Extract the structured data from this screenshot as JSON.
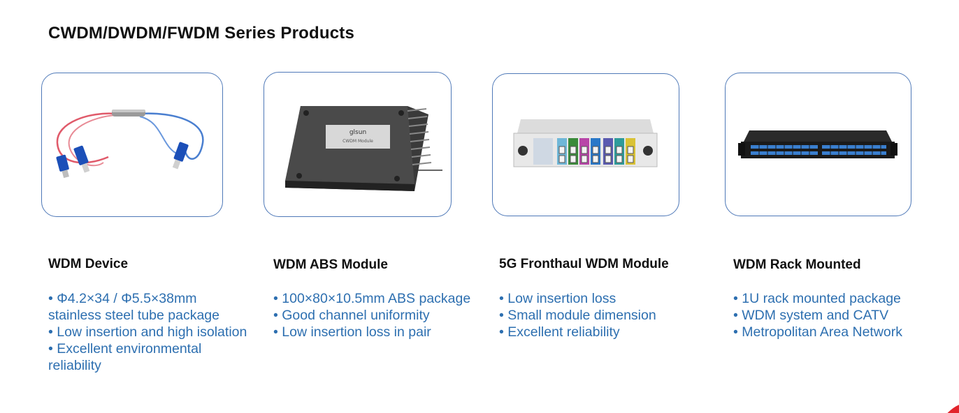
{
  "title": "CWDM/DWDM/FWDM Series Products",
  "colors": {
    "accent_red": "#e2242c",
    "feature_text": "#2d6fb0",
    "card_border": "#4f79b8"
  },
  "products": [
    {
      "name": "WDM Device",
      "image": "wdm-device-fiber-coupler-image",
      "features": [
        "Φ4.2×34 / Φ5.5×38mm stainless steel tube package",
        "Low insertion and high isolation",
        "Excellent environmental reliability"
      ]
    },
    {
      "name": "WDM ABS Module",
      "image": "wdm-abs-module-image",
      "module_label": "glsun",
      "module_sub": "CWDM Module",
      "features": [
        "100×80×10.5mm ABS package",
        "Good channel uniformity",
        "Low insertion loss in pair"
      ]
    },
    {
      "name": "5G Fronthaul WDM Module",
      "image": "fronthaul-wdm-module-image",
      "features": [
        "Low insertion loss",
        "Small module dimension",
        "Excellent reliability"
      ]
    },
    {
      "name": "WDM Rack Mounted",
      "image": "wdm-rack-mounted-image",
      "features": [
        "1U rack mounted package",
        "WDM system and CATV",
        "Metropolitan Area Network"
      ]
    }
  ]
}
